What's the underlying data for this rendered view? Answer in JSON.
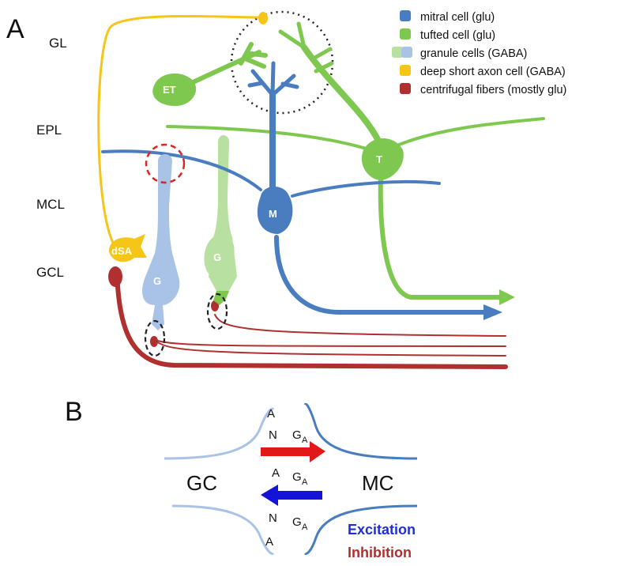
{
  "panel_a": {
    "letter": "A",
    "layers": [
      "GL",
      "EPL",
      "MCL",
      "GCL"
    ],
    "legend": [
      {
        "label": "mitral cell (glu)",
        "color": "#4a7dbf"
      },
      {
        "label": "tufted cell (glu)",
        "color": "#7ec850"
      },
      {
        "label": "granule cells (GABA)",
        "color": "#a9c3e6",
        "color2": "#b8e0a0"
      },
      {
        "label": "deep short axon cell (GABA)",
        "color": "#f5c518"
      },
      {
        "label": "centrifugal fibers (mostly glu)",
        "color": "#b03030"
      }
    ],
    "cell_labels": {
      "et": "ET",
      "tufted": "T",
      "mitral": "M",
      "granule_blue": "G",
      "granule_green": "G",
      "dsa": "dSA"
    }
  },
  "panel_b": {
    "letter": "B",
    "left_label": "GC",
    "right_label": "MC",
    "left_column_letters": [
      "A",
      "N",
      "A",
      "N",
      "A"
    ],
    "right_column_main": [
      "G",
      "G",
      "G"
    ],
    "right_column_sub": [
      "A",
      "A",
      "A"
    ],
    "excitation": "Excitation",
    "inhibition": "Inhibition",
    "arrow_colors": {
      "red": "#e01818",
      "blue": "#1414d8"
    }
  }
}
